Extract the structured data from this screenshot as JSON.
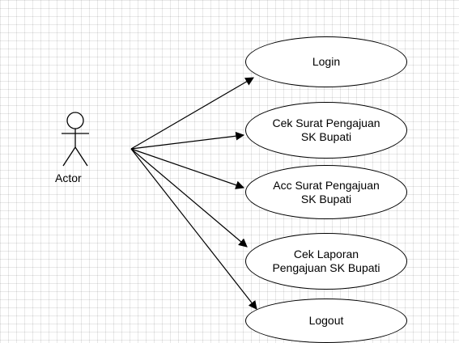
{
  "actor": {
    "label": "Actor"
  },
  "use_cases": [
    {
      "label": "Login"
    },
    {
      "label": "Cek Surat Pengajuan\nSK Bupati"
    },
    {
      "label": "Acc Surat Pengajuan\nSK Bupati"
    },
    {
      "label": "Cek Laporan\nPengajuan SK Bupati"
    },
    {
      "label": "Logout"
    }
  ]
}
